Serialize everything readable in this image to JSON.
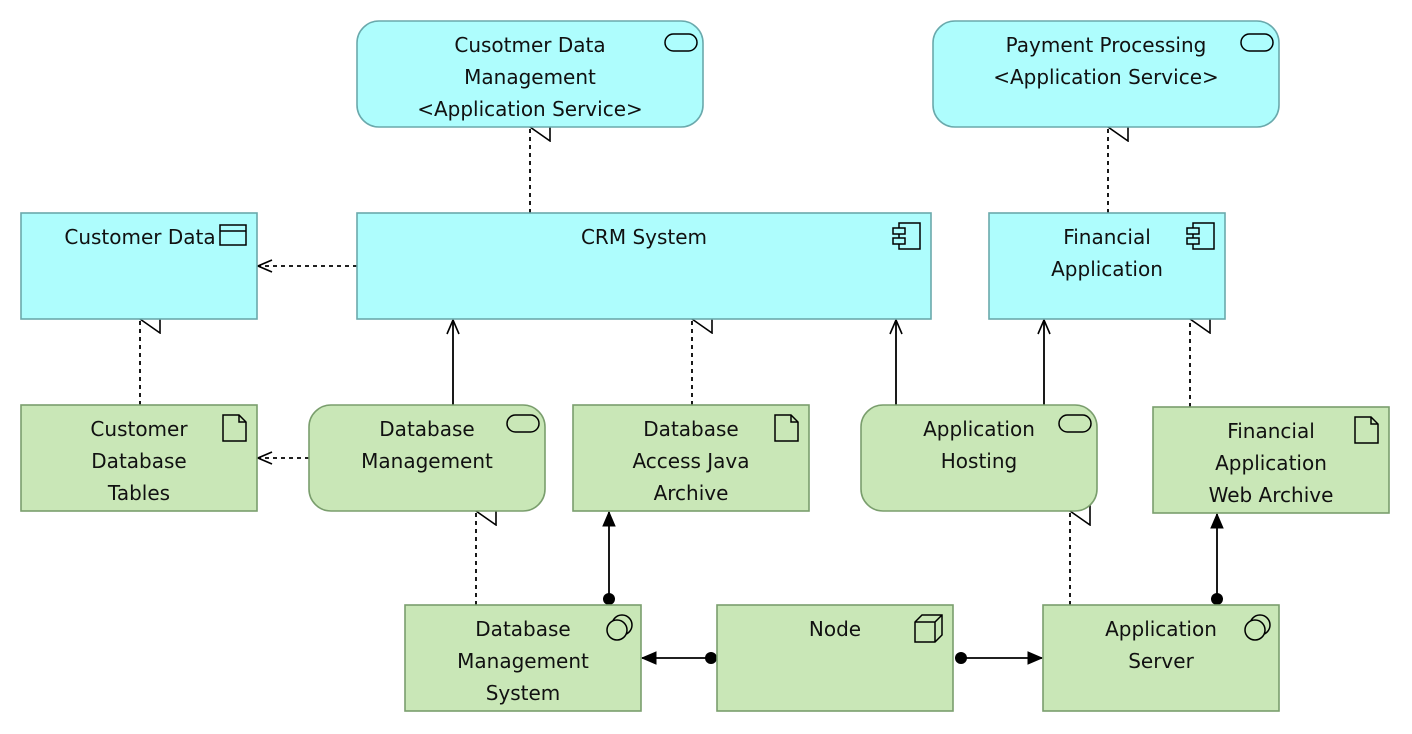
{
  "colors": {
    "app_fill": "#aefdfd",
    "app_stroke": "#6aa9ac",
    "tech_fill": "#c9e7b7",
    "tech_stroke": "#7a9e6d",
    "line": "#000000"
  },
  "elements": [
    {
      "id": "customer-data-management-service",
      "layer": "application",
      "shape": "rounded",
      "icon": "service-icon",
      "lines": [
        "Cusotmer Data",
        "Management",
        "<Application Service>"
      ]
    },
    {
      "id": "payment-processing-service",
      "layer": "application",
      "shape": "rounded",
      "icon": "service-icon",
      "lines": [
        "Payment Processing",
        "<Application Service>"
      ]
    },
    {
      "id": "customer-data",
      "layer": "application",
      "shape": "rect",
      "icon": "data-object-icon",
      "lines": [
        "Customer Data"
      ]
    },
    {
      "id": "crm-system",
      "layer": "application",
      "shape": "rect",
      "icon": "component-icon",
      "lines": [
        "CRM System"
      ]
    },
    {
      "id": "financial-application",
      "layer": "application",
      "shape": "rect",
      "icon": "component-icon",
      "lines": [
        "Financial",
        "Application"
      ]
    },
    {
      "id": "customer-database-tables",
      "layer": "technology",
      "shape": "rect",
      "icon": "artifact-icon",
      "lines": [
        "Customer",
        "Database",
        "Tables"
      ]
    },
    {
      "id": "database-management",
      "layer": "technology",
      "shape": "rounded",
      "icon": "service-icon",
      "lines": [
        "Database",
        "Management"
      ]
    },
    {
      "id": "database-access-java-archive",
      "layer": "technology",
      "shape": "rect",
      "icon": "artifact-icon",
      "lines": [
        "Database",
        "Access Java",
        "Archive"
      ]
    },
    {
      "id": "application-hosting",
      "layer": "technology",
      "shape": "rounded",
      "icon": "service-icon",
      "lines": [
        "Application",
        "Hosting"
      ]
    },
    {
      "id": "financial-application-web-archive",
      "layer": "technology",
      "shape": "rect",
      "icon": "artifact-icon",
      "lines": [
        "Financial",
        "Application",
        "Web Archive"
      ]
    },
    {
      "id": "database-management-system",
      "layer": "technology",
      "shape": "rect",
      "icon": "system-software-icon",
      "lines": [
        "Database",
        "Management",
        "System"
      ]
    },
    {
      "id": "node",
      "layer": "technology",
      "shape": "rect",
      "icon": "node-icon",
      "lines": [
        "Node"
      ]
    },
    {
      "id": "application-server",
      "layer": "technology",
      "shape": "rect",
      "icon": "system-software-icon",
      "lines": [
        "Application",
        "Server"
      ]
    }
  ],
  "relations": [
    {
      "id": "crm-realizes-customer-data-management",
      "type": "realization",
      "from": "crm-system",
      "to": "customer-data-management-service"
    },
    {
      "id": "financial-app-realizes-payment-processing",
      "type": "realization",
      "from": "financial-application",
      "to": "payment-processing-service"
    },
    {
      "id": "crm-accesses-customer-data",
      "type": "access",
      "from": "crm-system",
      "to": "customer-data"
    },
    {
      "id": "tables-realize-customer-data",
      "type": "realization",
      "from": "customer-database-tables",
      "to": "customer-data"
    },
    {
      "id": "db-management-accesses-tables",
      "type": "access",
      "from": "database-management",
      "to": "customer-database-tables"
    },
    {
      "id": "db-management-serves-crm",
      "type": "serving",
      "from": "database-management",
      "to": "crm-system"
    },
    {
      "id": "jar-realizes-crm",
      "type": "realization",
      "from": "database-access-java-archive",
      "to": "crm-system"
    },
    {
      "id": "hosting-serves-crm",
      "type": "serving",
      "from": "application-hosting",
      "to": "crm-system"
    },
    {
      "id": "hosting-serves-financial-app",
      "type": "serving",
      "from": "application-hosting",
      "to": "financial-application"
    },
    {
      "id": "war-realizes-financial-app",
      "type": "realization",
      "from": "financial-application-web-archive",
      "to": "financial-application"
    },
    {
      "id": "dbms-realizes-db-management",
      "type": "realization",
      "from": "database-management-system",
      "to": "database-management"
    },
    {
      "id": "dbms-assigned-jar",
      "type": "assignment",
      "from": "database-management-system",
      "to": "database-access-java-archive"
    },
    {
      "id": "app-server-realizes-hosting",
      "type": "realization",
      "from": "application-server",
      "to": "application-hosting"
    },
    {
      "id": "app-server-assigned-war",
      "type": "assignment",
      "from": "application-server",
      "to": "financial-application-web-archive"
    },
    {
      "id": "node-assigned-dbms",
      "type": "assignment",
      "from": "node",
      "to": "database-management-system"
    },
    {
      "id": "node-assigned-app-server",
      "type": "assignment",
      "from": "node",
      "to": "application-server"
    }
  ]
}
